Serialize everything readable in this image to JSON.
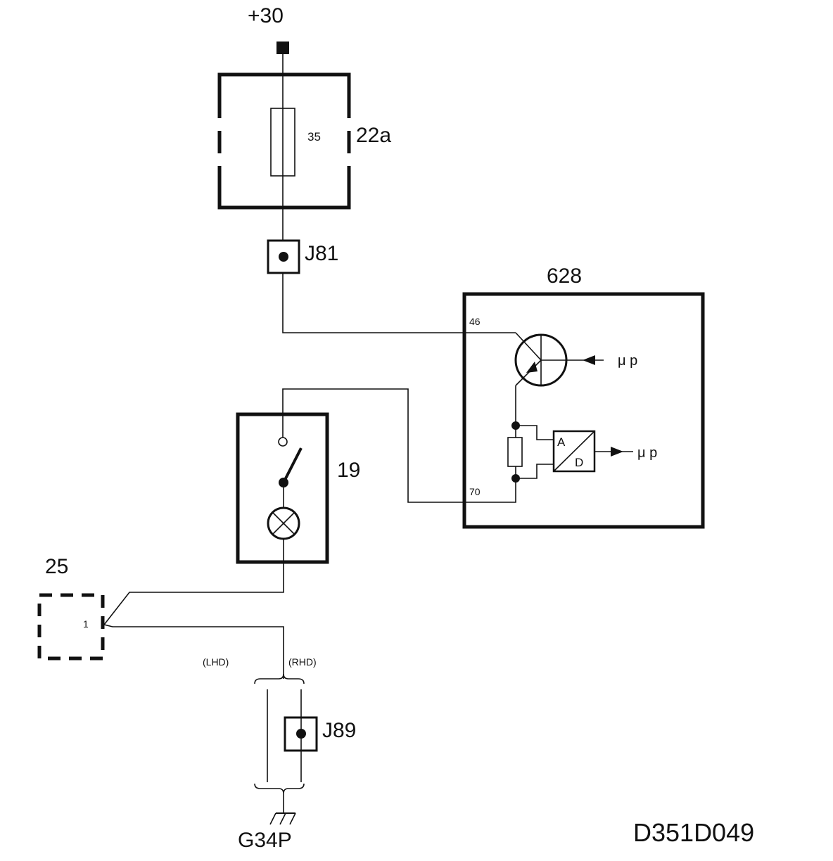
{
  "supply": {
    "label": "+30"
  },
  "fuse_box": {
    "label": "22a",
    "fuse_rating": "35"
  },
  "connector_j81": {
    "label": "J81"
  },
  "ecu": {
    "label": "628",
    "pin_top": "46",
    "pin_bottom": "70",
    "adc_a": "A",
    "adc_d": "D",
    "mu_p_1": "μ p",
    "mu_p_2": "μ p"
  },
  "switch_unit": {
    "label": "19"
  },
  "connector_25": {
    "label": "25",
    "pin": "1"
  },
  "variants": {
    "lhd": "(LHD)",
    "rhd": "(RHD)"
  },
  "connector_j89": {
    "label": "J89"
  },
  "ground": {
    "label": "G34P"
  },
  "drawing_code": "D351D049"
}
